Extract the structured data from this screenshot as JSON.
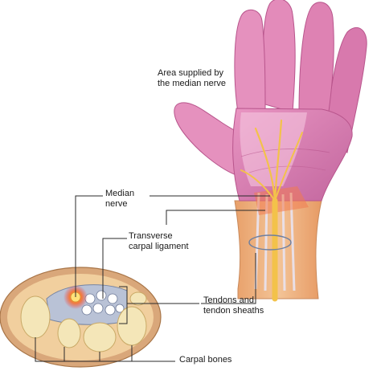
{
  "labels": {
    "area_supplied": [
      "Area supplied by",
      "the median nerve"
    ],
    "median_nerve": [
      "Median",
      "nerve"
    ],
    "transverse_ligament": [
      "Transverse",
      "carpal ligament"
    ],
    "tendons": [
      "Tendons and",
      "tendon sheaths"
    ],
    "carpal_bones": [
      "Carpal bones"
    ]
  },
  "colors": {
    "skin": "#e48ab8",
    "skin_dark": "#c75d98",
    "median_area": "#f2c4dc",
    "forearm": "#f0b87f",
    "nerve": "#f6cf55",
    "inflammation": "#e44a20",
    "ligament": "#b9c2d6",
    "bone": "#f4e6b8",
    "cross_section_skin": "#d9a77a",
    "leader_line": "#2a2a2a"
  }
}
